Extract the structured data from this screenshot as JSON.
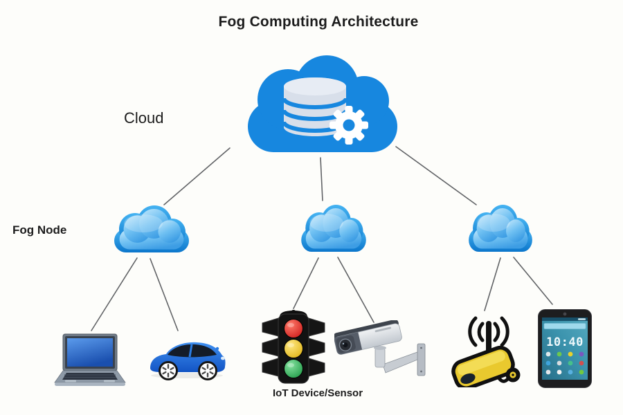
{
  "title": "Fog Computing Architecture",
  "layers": {
    "cloud_label": "Cloud",
    "fog_label": "Fog Node",
    "iot_label": "IoT Device/Sensor"
  },
  "cloud": {
    "icons": [
      "cloud-icon",
      "database-icon",
      "gear-icon"
    ]
  },
  "fog_nodes": [
    "fog-node-left",
    "fog-node-center",
    "fog-node-right"
  ],
  "devices": {
    "list": [
      "laptop",
      "car",
      "traffic-light",
      "cctv-camera",
      "wireless-access-point",
      "smartphone"
    ],
    "smartphone": {
      "clock": "10:40"
    }
  },
  "connections": [
    {
      "from": "cloud",
      "to": "fog-node-left"
    },
    {
      "from": "cloud",
      "to": "fog-node-center"
    },
    {
      "from": "cloud",
      "to": "fog-node-right"
    },
    {
      "from": "fog-node-left",
      "to": "laptop"
    },
    {
      "from": "fog-node-left",
      "to": "car"
    },
    {
      "from": "fog-node-center",
      "to": "traffic-light"
    },
    {
      "from": "fog-node-center",
      "to": "cctv-camera"
    },
    {
      "from": "fog-node-right",
      "to": "wireless-access-point"
    },
    {
      "from": "fog-node-right",
      "to": "smartphone"
    }
  ],
  "colors": {
    "background": "#fdfdfa",
    "cloud_blue": "#1787df",
    "database_gray": "#d8dfea",
    "fog_outer_top": "#45b3f2",
    "fog_outer_bottom": "#0b76cb",
    "fog_inner_top": "#c2e7fb",
    "fog_inner_bottom": "#3d9de4",
    "connector_line": "#54565a",
    "traffic_red": "#df1f1f",
    "traffic_yellow": "#f0c71d",
    "traffic_green": "#2aac4b",
    "router_yellow": "#e9c92e",
    "car_blue": "#2a7ce2",
    "phone_screen_teal": "#2f84a0",
    "text": "#1c1c1c"
  }
}
